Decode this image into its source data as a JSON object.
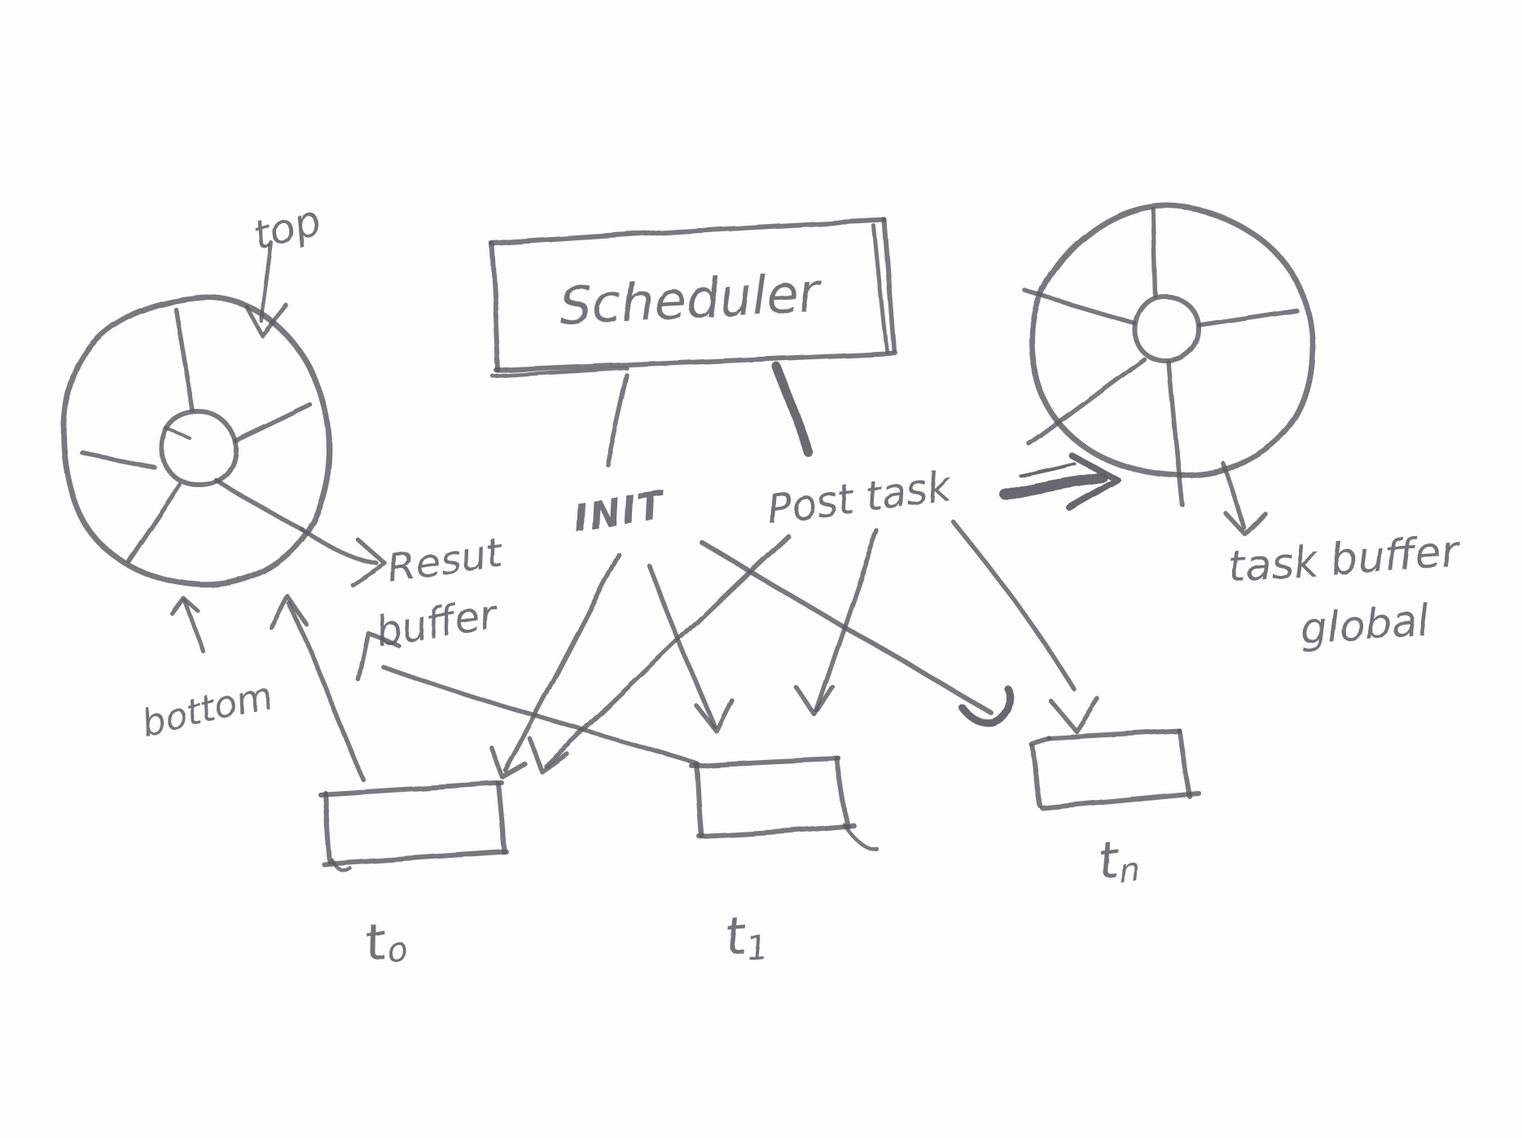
{
  "colors": {
    "ink": "#5a5b63",
    "background": "#fdfdfd"
  },
  "scheduler": {
    "label": "Scheduler"
  },
  "actions": {
    "init_label": "INIT",
    "post_task_label": "Post task"
  },
  "ring_markers": {
    "top_label": "top",
    "bottom_label": "bottom"
  },
  "buffers": {
    "result": {
      "line1": "Resut",
      "line2": "buffer"
    },
    "task_global": {
      "line1": "task buffer",
      "line2": "global"
    }
  },
  "tasks": [
    {
      "base": "t",
      "sub": "o"
    },
    {
      "base": "t",
      "sub": "1"
    },
    {
      "base": "t",
      "sub": "n"
    }
  ],
  "edges": [
    {
      "from": "top-label",
      "to": "left-wheel-top"
    },
    {
      "from": "left-wheel",
      "to": "result-buffer"
    },
    {
      "from": "t0-box",
      "to": "left-wheel-bottom"
    },
    {
      "from": "t1-box",
      "to": "result-buffer"
    },
    {
      "from": "scheduler",
      "to": "init"
    },
    {
      "from": "scheduler",
      "to": "post-task"
    },
    {
      "from": "init",
      "to": "t0-box"
    },
    {
      "from": "init",
      "to": "t1-box"
    },
    {
      "from": "init",
      "to": "tn-box"
    },
    {
      "from": "post-task",
      "to": "t0-box"
    },
    {
      "from": "post-task",
      "to": "t1-box"
    },
    {
      "from": "post-task",
      "to": "tn-box"
    },
    {
      "from": "post-task",
      "to": "right-wheel"
    },
    {
      "from": "right-wheel",
      "to": "task-buffer-global"
    }
  ]
}
